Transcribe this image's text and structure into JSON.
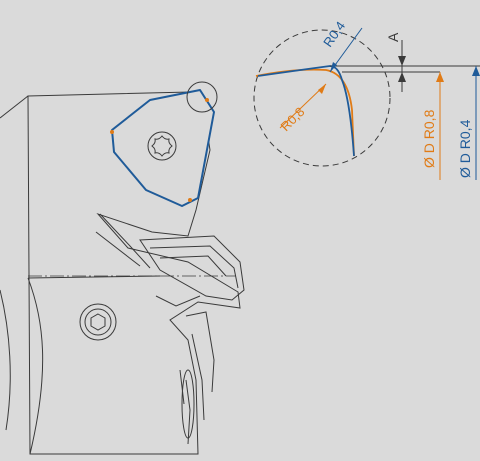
{
  "colors": {
    "background": "#dadada",
    "line": "#3a3a3a",
    "blue": "#1f5b99",
    "orange": "#e07b16"
  },
  "labels": {
    "r04_detail": "R0,4",
    "r08_detail": "R0,8",
    "dim_a": "A",
    "dia_r08": "Ø D R0,8",
    "dia_r04": "Ø D R0,4"
  }
}
